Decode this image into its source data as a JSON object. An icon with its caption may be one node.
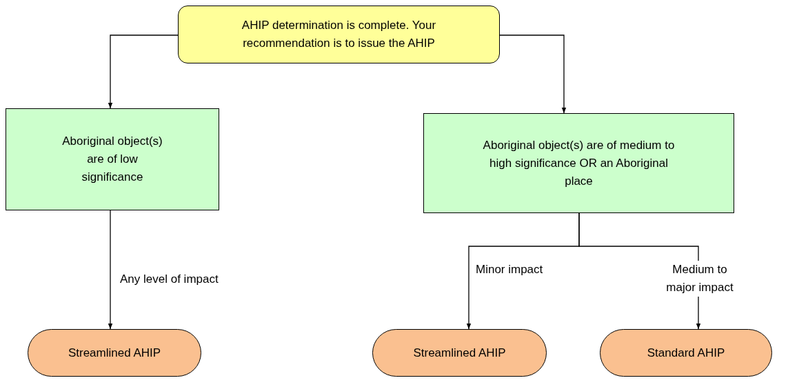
{
  "diagram": {
    "nodes": [
      {
        "text": [
          "AHIP determination is complete. Your recommendation is to issue the AHIP"
        ]
      },
      {
        "text": [
          "Aboriginal object(s) are of low significance"
        ]
      },
      {
        "text": [
          "Aboriginal object(s) are of medium to high significance OR an Aboriginal place"
        ]
      },
      {
        "text": [
          "Streamlined AHIP"
        ]
      },
      {
        "text": [
          "Streamlined AHIP"
        ]
      },
      {
        "text": [
          "Standard AHIP"
        ]
      }
    ],
    "edges": [
      {
        "from": 0,
        "to": 1,
        "arrow": "to"
      },
      {
        "from": 0,
        "to": 2,
        "arrow": "to"
      },
      {
        "from": 1,
        "to": 3,
        "arrow": "to",
        "label": "Any level of impact"
      },
      {
        "from": 2,
        "to": 4,
        "arrow": "to",
        "label": "Minor impact"
      },
      {
        "from": 2,
        "to": 5,
        "arrow": "to",
        "label": "Medium to major impact"
      }
    ]
  }
}
